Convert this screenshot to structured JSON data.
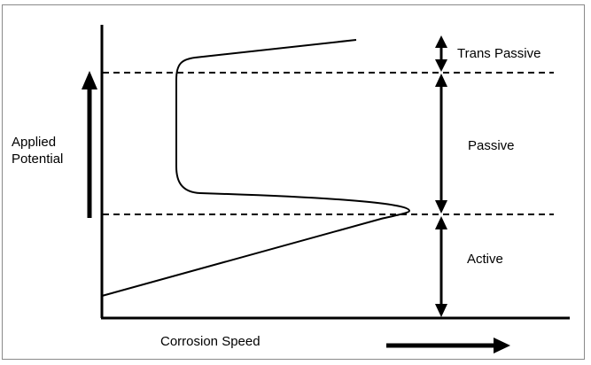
{
  "labels": {
    "y_axis_line1": "Applied",
    "y_axis_line2": "Potential",
    "x_axis": "Corrosion Speed"
  },
  "regions": {
    "trans_passive": "Trans Passive",
    "passive": "Passive",
    "active": "Active"
  },
  "colors": {
    "line": "#000000",
    "frame": "#8a8a8a"
  }
}
